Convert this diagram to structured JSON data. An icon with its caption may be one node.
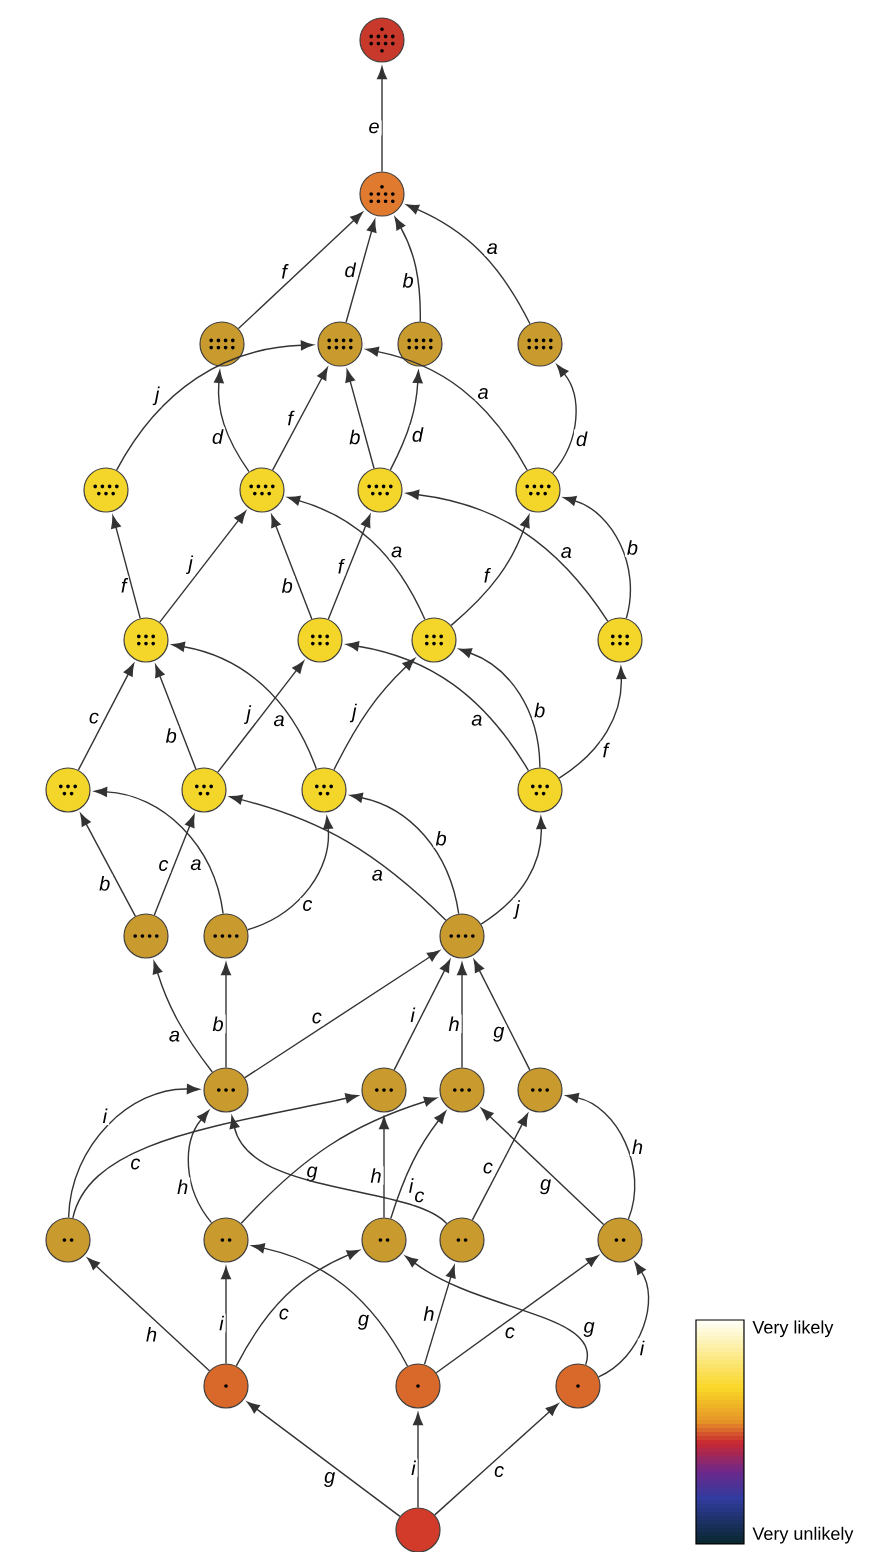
{
  "diagram": {
    "nodes": [
      {
        "text": [],
        "shape": "circle"
      },
      {
        "text": [],
        "shape": "circle"
      },
      {
        "text": [],
        "shape": "circle"
      },
      {
        "text": [],
        "shape": "circle"
      },
      {
        "text": [],
        "shape": "circle"
      },
      {
        "text": [],
        "shape": "circle"
      },
      {
        "text": [],
        "shape": "circle"
      },
      {
        "text": [],
        "shape": "circle"
      },
      {
        "text": [],
        "shape": "circle"
      },
      {
        "text": [],
        "shape": "circle"
      },
      {
        "text": [],
        "shape": "circle"
      },
      {
        "text": [],
        "shape": "circle"
      },
      {
        "text": [],
        "shape": "circle"
      },
      {
        "text": [],
        "shape": "circle"
      },
      {
        "text": [],
        "shape": "circle"
      },
      {
        "text": [],
        "shape": "circle"
      },
      {
        "text": [],
        "shape": "circle"
      },
      {
        "text": [],
        "shape": "circle"
      },
      {
        "text": [],
        "shape": "circle"
      },
      {
        "text": [],
        "shape": "circle"
      },
      {
        "text": [],
        "shape": "circle"
      },
      {
        "text": [],
        "shape": "circle"
      },
      {
        "text": [],
        "shape": "circle"
      },
      {
        "text": [],
        "shape": "circle"
      },
      {
        "text": [],
        "shape": "circle"
      },
      {
        "text": [],
        "shape": "circle"
      },
      {
        "text": [],
        "shape": "circle"
      },
      {
        "text": [],
        "shape": "circle"
      },
      {
        "text": [],
        "shape": "circle"
      },
      {
        "text": [],
        "shape": "circle"
      },
      {
        "text": [],
        "shape": "circle"
      },
      {
        "text": [],
        "shape": "circle"
      },
      {
        "text": [],
        "shape": "circle"
      },
      {
        "text": [],
        "shape": "circle"
      }
    ],
    "edges": [
      {
        "from": 1,
        "to": 0,
        "arrow": "to",
        "label": "e"
      },
      {
        "from": 2,
        "to": 1,
        "arrow": "to",
        "label": "f"
      },
      {
        "from": 3,
        "to": 1,
        "arrow": "to",
        "label": "d"
      },
      {
        "from": 4,
        "to": 1,
        "arrow": "to",
        "label": "b"
      },
      {
        "from": 5,
        "to": 1,
        "arrow": "to",
        "label": "a"
      },
      {
        "from": 6,
        "to": 3,
        "arrow": "to",
        "label": "j"
      },
      {
        "from": 7,
        "to": 2,
        "arrow": "to",
        "label": "d"
      },
      {
        "from": 7,
        "to": 3,
        "arrow": "to",
        "label": "f"
      },
      {
        "from": 8,
        "to": 3,
        "arrow": "to",
        "label": "b"
      },
      {
        "from": 8,
        "to": 4,
        "arrow": "to",
        "label": "d"
      },
      {
        "from": 9,
        "to": 3,
        "arrow": "to",
        "label": "a"
      },
      {
        "from": 9,
        "to": 5,
        "arrow": "to",
        "label": "d"
      },
      {
        "from": 10,
        "to": 6,
        "arrow": "to",
        "label": "f"
      },
      {
        "from": 10,
        "to": 7,
        "arrow": "to",
        "label": "j"
      },
      {
        "from": 11,
        "to": 7,
        "arrow": "to",
        "label": "b"
      },
      {
        "from": 11,
        "to": 8,
        "arrow": "to",
        "label": "f"
      },
      {
        "from": 12,
        "to": 7,
        "arrow": "to",
        "label": "a"
      },
      {
        "from": 12,
        "to": 9,
        "arrow": "to",
        "label": "f"
      },
      {
        "from": 13,
        "to": 8,
        "arrow": "to",
        "label": "a"
      },
      {
        "from": 13,
        "to": 9,
        "arrow": "to",
        "label": "b"
      },
      {
        "from": 14,
        "to": 10,
        "arrow": "to",
        "label": "c"
      },
      {
        "from": 15,
        "to": 10,
        "arrow": "to",
        "label": "b"
      },
      {
        "from": 15,
        "to": 11,
        "arrow": "to",
        "label": "j"
      },
      {
        "from": 16,
        "to": 10,
        "arrow": "to",
        "label": "a"
      },
      {
        "from": 16,
        "to": 12,
        "arrow": "to",
        "label": "j"
      },
      {
        "from": 17,
        "to": 11,
        "arrow": "to",
        "label": "a"
      },
      {
        "from": 17,
        "to": 12,
        "arrow": "to",
        "label": "b"
      },
      {
        "from": 17,
        "to": 13,
        "arrow": "to",
        "label": "f"
      },
      {
        "from": 18,
        "to": 14,
        "arrow": "to",
        "label": "b"
      },
      {
        "from": 18,
        "to": 15,
        "arrow": "to",
        "label": "c"
      },
      {
        "from": 19,
        "to": 14,
        "arrow": "to",
        "label": "a"
      },
      {
        "from": 19,
        "to": 16,
        "arrow": "to",
        "label": "c"
      },
      {
        "from": 20,
        "to": 15,
        "arrow": "to",
        "label": "a"
      },
      {
        "from": 20,
        "to": 16,
        "arrow": "to",
        "label": "b"
      },
      {
        "from": 20,
        "to": 17,
        "arrow": "to",
        "label": "j"
      },
      {
        "from": 21,
        "to": 18,
        "arrow": "to",
        "label": "a"
      },
      {
        "from": 21,
        "to": 19,
        "arrow": "to",
        "label": "b"
      },
      {
        "from": 21,
        "to": 20,
        "arrow": "to",
        "label": "c"
      },
      {
        "from": 22,
        "to": 20,
        "arrow": "to",
        "label": "i"
      },
      {
        "from": 23,
        "to": 20,
        "arrow": "to",
        "label": "h"
      },
      {
        "from": 24,
        "to": 20,
        "arrow": "to",
        "label": "g"
      },
      {
        "from": 25,
        "to": 21,
        "arrow": "to",
        "label": "i"
      },
      {
        "from": 25,
        "to": 22,
        "arrow": "to",
        "label": "c"
      },
      {
        "from": 26,
        "to": 21,
        "arrow": "to",
        "label": "h"
      },
      {
        "from": 26,
        "to": 23,
        "arrow": "to",
        "label": "g"
      },
      {
        "from": 27,
        "to": 22,
        "arrow": "to",
        "label": "h"
      },
      {
        "from": 27,
        "to": 23,
        "arrow": "to",
        "label": "i"
      },
      {
        "from": 28,
        "to": 21,
        "arrow": "to",
        "label": "c"
      },
      {
        "from": 28,
        "to": 24,
        "arrow": "to",
        "label": "c"
      },
      {
        "from": 29,
        "to": 23,
        "arrow": "to",
        "label": "g"
      },
      {
        "from": 29,
        "to": 24,
        "arrow": "to",
        "label": "h"
      },
      {
        "from": 30,
        "to": 25,
        "arrow": "to",
        "label": "h"
      },
      {
        "from": 30,
        "to": 26,
        "arrow": "to",
        "label": "i"
      },
      {
        "from": 30,
        "to": 27,
        "arrow": "to",
        "label": "c"
      },
      {
        "from": 31,
        "to": 26,
        "arrow": "to",
        "label": "g"
      },
      {
        "from": 31,
        "to": 28,
        "arrow": "to",
        "label": "h"
      },
      {
        "from": 31,
        "to": 29,
        "arrow": "to",
        "label": "c"
      },
      {
        "from": 32,
        "to": 27,
        "arrow": "to",
        "label": "g"
      },
      {
        "from": 32,
        "to": 29,
        "arrow": "to",
        "label": "i"
      },
      {
        "from": 33,
        "to": 30,
        "arrow": "to",
        "label": "g"
      },
      {
        "from": 33,
        "to": 31,
        "arrow": "to",
        "label": "i"
      },
      {
        "from": 33,
        "to": 32,
        "arrow": "to",
        "label": "c"
      }
    ],
    "labels": [
      "Very likely",
      "Very unlikely"
    ]
  }
}
